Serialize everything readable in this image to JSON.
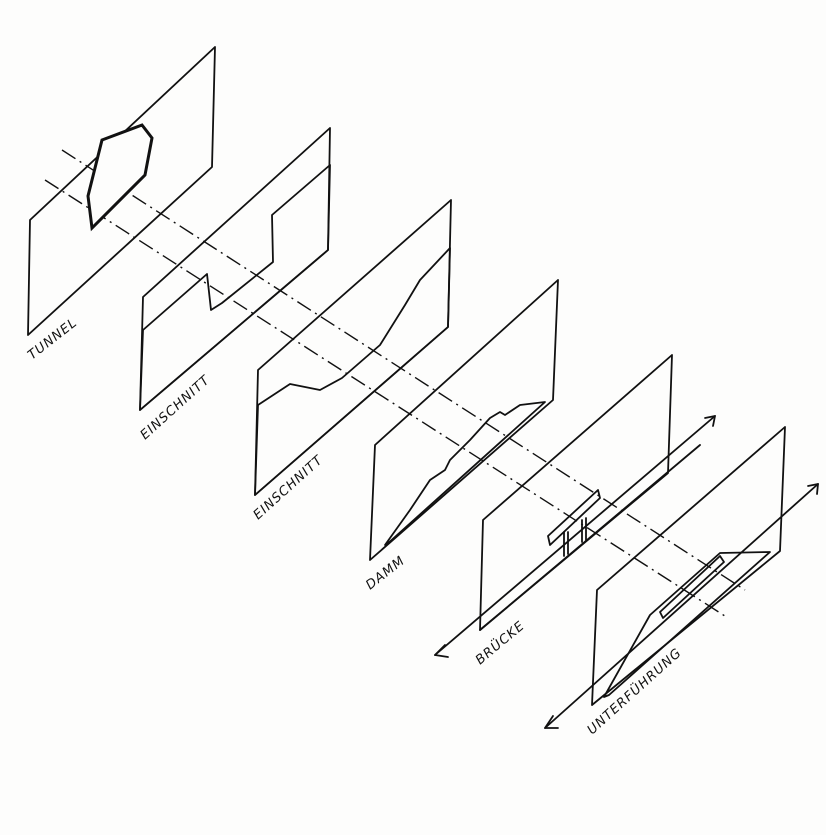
{
  "diagram": {
    "type": "isometric sketch of railway cross-sections",
    "panels": [
      {
        "id": "tunnel",
        "label": "TUNNEL"
      },
      {
        "id": "einschnitt-1",
        "label": "EINSCHNITT"
      },
      {
        "id": "einschnitt-2",
        "label": "EINSCHNITT"
      },
      {
        "id": "damm",
        "label": "DAMM"
      },
      {
        "id": "bruecke",
        "label": "BRÜCKE"
      },
      {
        "id": "unterfuehrung",
        "label": "UNTERFÜHRUNG"
      }
    ],
    "colors": {
      "ink": "#111111",
      "paper": "#fdfdfc"
    }
  }
}
